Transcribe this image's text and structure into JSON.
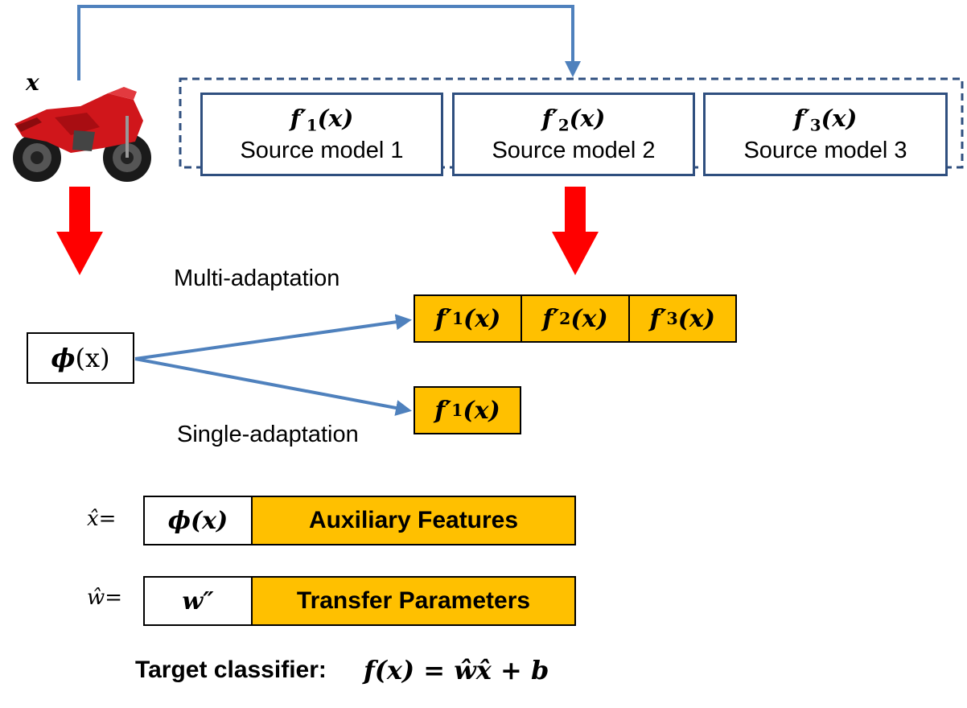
{
  "input": {
    "symbol": "x"
  },
  "source_models": [
    {
      "index": "1",
      "label": "Source model 1"
    },
    {
      "index": "2",
      "label": "Source model 2"
    },
    {
      "index": "3",
      "label": "Source model 3"
    }
  ],
  "feature_box": {
    "phi": "ϕ",
    "arg": "(x)"
  },
  "branches": {
    "multi_label": "Multi-adaptation",
    "single_label": "Single-adaptation"
  },
  "output_function": {
    "f": "f",
    "prime": "′",
    "arg": "(x)"
  },
  "x_hat_row": {
    "lhs": "x̂=",
    "first": "ϕ(x)",
    "second": "Auxiliary Features"
  },
  "w_hat_row": {
    "lhs": "ŵ=",
    "first": "w″",
    "second": "Transfer Parameters"
  },
  "target": {
    "label": "Target classifier:",
    "equation": "f(x) = ŵx̂ + b"
  },
  "colors": {
    "arrow_blue": "#4f81bd",
    "arrow_red": "#ff0000",
    "box_border": "#2f4f7f",
    "highlight": "#ffc000",
    "motorcycle_red": "#d0161b"
  },
  "icons": {
    "image": "motorcycle-icon"
  }
}
